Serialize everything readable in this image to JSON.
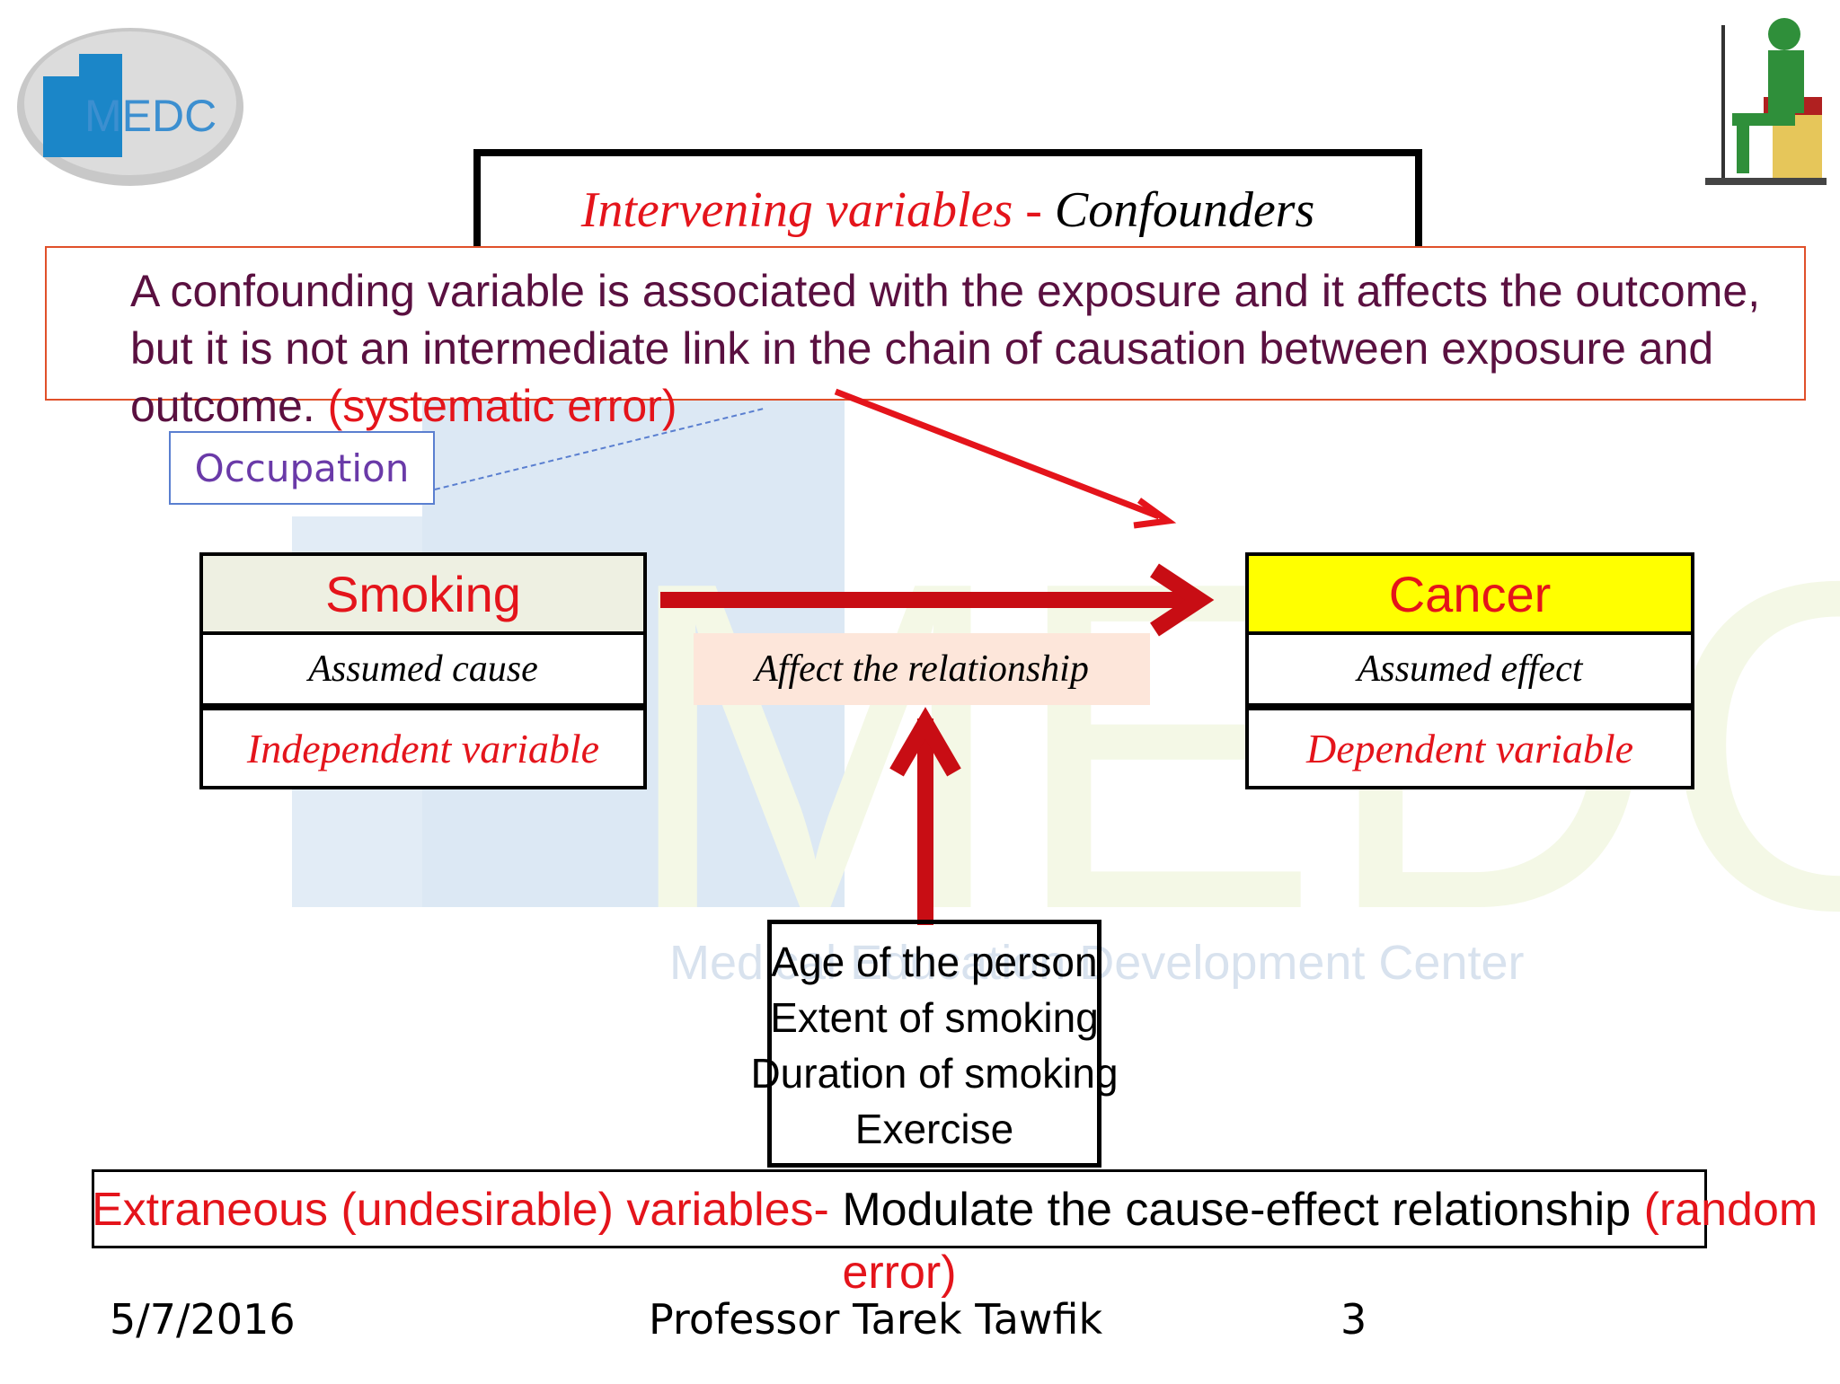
{
  "logo": {
    "text": "MEDC",
    "sub": "Medical Education Development Center"
  },
  "title": {
    "part1": "Intervening variables - ",
    "part2": "Confounders"
  },
  "definition": {
    "text": "A confounding variable is associated with the exposure and it affects the outcome, but it is not an intermediate link in the chain of causation between exposure and outcome. ",
    "note": "(systematic error)"
  },
  "occupation": "Occupation",
  "cause": {
    "title": "Smoking",
    "sub": "Assumed cause",
    "role": "Independent variable"
  },
  "effect": {
    "title": "Cancer",
    "sub": "Assumed effect",
    "role": "Dependent variable"
  },
  "middle_label": "Affect the relationship",
  "extraneous_list": [
    "Age of the person",
    "Extent of smoking",
    "Duration of smoking",
    "Exercise"
  ],
  "extraneous": {
    "part1": "Extraneous (undesirable) variables- ",
    "part2": "Modulate the cause-effect relationship ",
    "part3": "(random error)"
  },
  "footer": {
    "date": "5/7/2016",
    "author": "Professor Tarek Tawfik",
    "page": "3"
  },
  "colors": {
    "accent": "#e4141b",
    "arrow": "#c80d14",
    "effect_fill": "#ffff00",
    "cause_fill": "#eef0e2"
  }
}
